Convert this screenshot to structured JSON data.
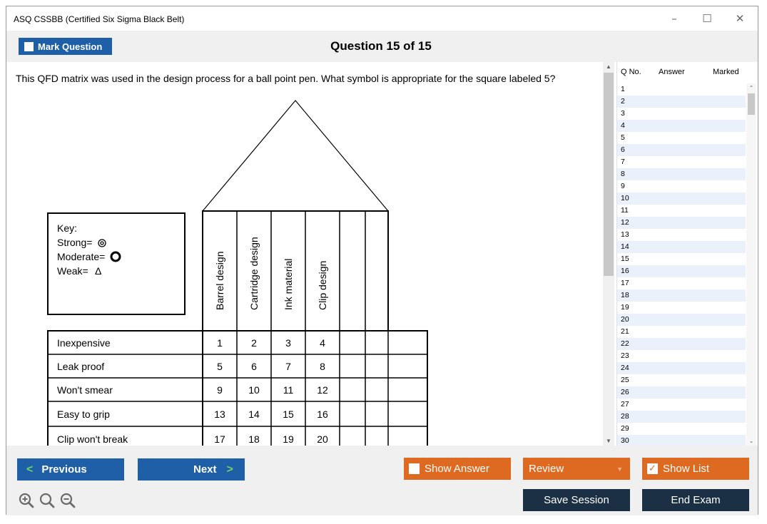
{
  "window": {
    "title": "ASQ CSSBB (Certified Six Sigma Black Belt)"
  },
  "toolbar": {
    "mark_label": "Mark Question",
    "question_header": "Question 15 of 15"
  },
  "question": {
    "text": "This QFD matrix was used in the design process for a ball point pen. What symbol is appropriate for the square labeled 5?"
  },
  "qfd": {
    "key_title": "Key:",
    "key_strong": "Strong=",
    "key_moderate": "Moderate=",
    "key_weak": "Weak=",
    "weak_symbol": "Δ",
    "columns": [
      "Barrel design",
      "Cartridge design",
      "Ink material",
      "Clip design"
    ],
    "rows": [
      {
        "label": "Inexpensive",
        "cells": [
          "1",
          "2",
          "3",
          "4"
        ]
      },
      {
        "label": "Leak proof",
        "cells": [
          "5",
          "6",
          "7",
          "8"
        ]
      },
      {
        "label": "Won't smear",
        "cells": [
          "9",
          "10",
          "11",
          "12"
        ]
      },
      {
        "label": "Easy to grip",
        "cells": [
          "13",
          "14",
          "15",
          "16"
        ]
      },
      {
        "label": "Clip won't break",
        "cells": [
          "17",
          "18",
          "19",
          "20"
        ]
      }
    ]
  },
  "qlist": {
    "headers": {
      "no": "Q No.",
      "answer": "Answer",
      "marked": "Marked"
    },
    "rows": [
      "1",
      "2",
      "3",
      "4",
      "5",
      "6",
      "7",
      "8",
      "9",
      "10",
      "11",
      "12",
      "13",
      "14",
      "15",
      "16",
      "17",
      "18",
      "19",
      "20",
      "21",
      "22",
      "23",
      "24",
      "25",
      "26",
      "27",
      "28",
      "29",
      "30"
    ]
  },
  "buttons": {
    "previous": "Previous",
    "next": "Next",
    "show_answer": "Show Answer",
    "review": "Review",
    "show_list": "Show List",
    "save_session": "Save Session",
    "end_exam": "End Exam"
  },
  "colors": {
    "primary": "#1f5fa7",
    "accent": "#de6a21",
    "dark": "#1b2f45",
    "chevron": "#6fd36a"
  }
}
